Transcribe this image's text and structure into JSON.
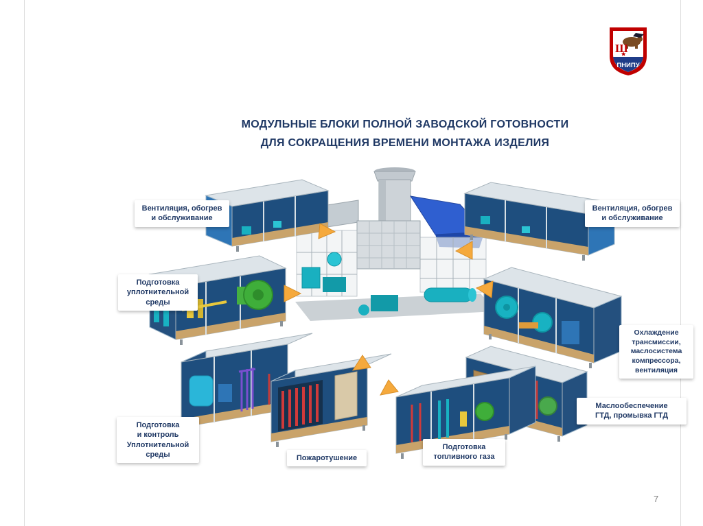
{
  "slide": {
    "title_line1": "МОДУЛЬНЫЕ БЛОКИ ПОЛНОЙ ЗАВОДСКОЙ ГОТОВНОСТИ",
    "title_line2": "ДЛЯ СОКРАЩЕНИЯ ВРЕМЕНИ МОНТАЖА ИЗДЕЛИЯ",
    "page_number": "7"
  },
  "logo": {
    "caption": "ПНИПУ",
    "monogram": "Ш"
  },
  "labels": [
    {
      "id": "ventilation-left",
      "text": "Вентиляция, обогрев\nи обслуживание"
    },
    {
      "id": "seal-medium-prep",
      "text": "Подготовка\nуплотнительной\nсреды"
    },
    {
      "id": "seal-medium-control",
      "text": "Подготовка\nи контроль\nУплотнительной\nсреды"
    },
    {
      "id": "fire-suppression",
      "text": "Пожаротушение"
    },
    {
      "id": "fuel-gas-prep",
      "text": "Подготовка\nтопливного газа"
    },
    {
      "id": "oil-supply-gtd",
      "text": "Маслообеспечение\nГТД, промывка ГТД"
    },
    {
      "id": "transmission-cooling",
      "text": "Охлаждение\nтрансмиссии,\nмаслосистема\nкомпрессора,\nвентиляция"
    },
    {
      "id": "ventilation-right",
      "text": "Вентиляция, обогрев\nи обслуживание"
    }
  ],
  "colors": {
    "title_text": "#1F3864",
    "label_text": "#1F3864",
    "module_interior_navy": "#1E4E7E",
    "module_end_blue": "#2E75B6",
    "module_floor_tan": "#C9A36A",
    "canopy_blue": "#2F5FD0",
    "equipment_teal": "#19B0C0",
    "arrow_orange": "#F5A93C",
    "logo_red": "#C00000",
    "logo_blue": "#1F3C88"
  }
}
